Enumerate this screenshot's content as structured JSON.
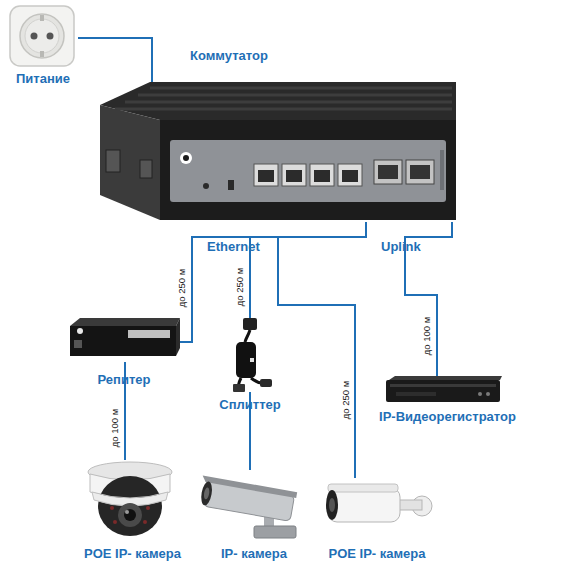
{
  "diagram": {
    "nodes": [
      {
        "text": [
          "Питание"
        ]
      },
      {
        "text": [
          "Коммутатор"
        ]
      },
      {
        "text": [
          "Репитер"
        ]
      },
      {
        "text": [
          "Сплиттер"
        ]
      },
      {
        "text": [
          "IP-Видеорегистратор"
        ]
      },
      {
        "text": [
          "POE IP- камера"
        ]
      },
      {
        "text": [
          "IP- камера"
        ]
      },
      {
        "text": [
          "POE IP- камера"
        ]
      }
    ],
    "edges": [
      {
        "from": 0,
        "to": 1,
        "arrow": "none"
      },
      {
        "from": 1,
        "to": 2,
        "label": "до 250 м",
        "arrow": "none"
      },
      {
        "from": 1,
        "to": 3,
        "label": "до 250 м",
        "arrow": "none"
      },
      {
        "from": 1,
        "to": 7,
        "label": "до 250 м",
        "arrow": "none"
      },
      {
        "from": 1,
        "to": 4,
        "label": "до 100 м",
        "arrow": "none"
      },
      {
        "from": 2,
        "to": 5,
        "label": "до 100 м",
        "arrow": "none"
      },
      {
        "from": 3,
        "to": 6,
        "arrow": "none"
      }
    ],
    "labels": [
      "Ethernet",
      "Uplink"
    ]
  }
}
